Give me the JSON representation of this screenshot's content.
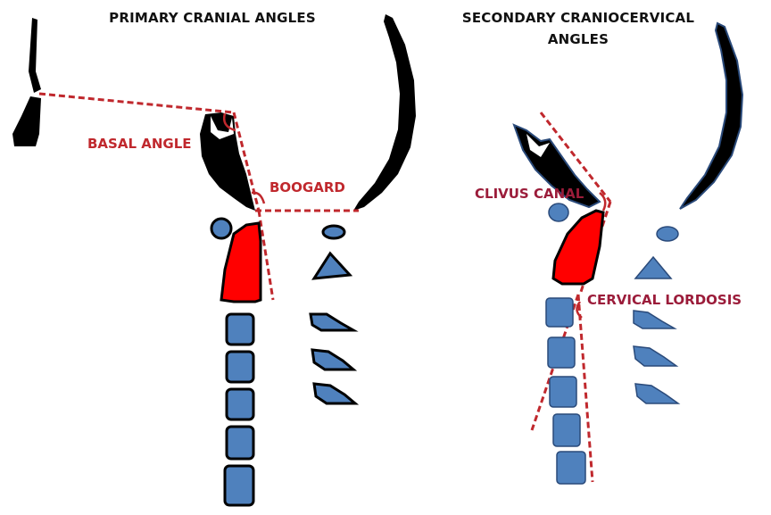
{
  "left_panel": {
    "title": "PRIMARY CRANIAL ANGLES",
    "labels": {
      "basal_angle": "BASAL ANGLE",
      "boogard": "BOOGARD"
    }
  },
  "right_panel": {
    "title": "SECONDARY CRANIOCERVICAL ANGLES",
    "labels": {
      "clivus_canal": "CLIVUS CANAL",
      "cervical_lordosis": "CERVICAL LORDOSIS"
    }
  },
  "colors": {
    "bone": "#000000",
    "vertebra": "#4f81bd",
    "axis_dens": "#ff0000",
    "angle_line": "#c0282d",
    "right_label": "#9b1c3a"
  }
}
